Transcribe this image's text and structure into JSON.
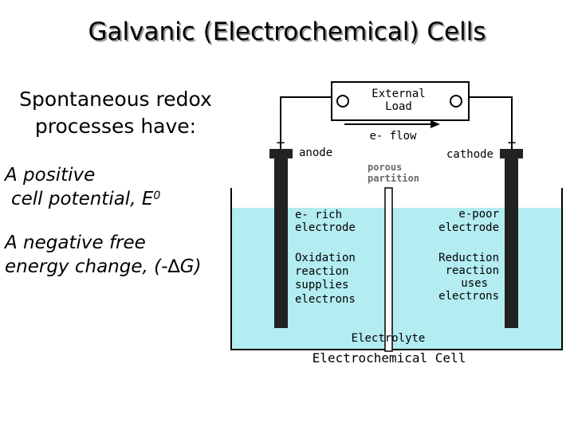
{
  "slide": {
    "title": "Galvanic (Electrochemical) Cells",
    "intro_line1": "Spontaneous redox",
    "intro_line2": "processes have:",
    "point1_line1": "A positive",
    "point1_line2": "cell potential, E",
    "point1_sup": "0",
    "point2_line1": "A negative free",
    "point2_line2": "energy change, (-∆G)"
  },
  "diagram": {
    "external_load_line1": "External",
    "external_load_line2": "Load",
    "e_flow": "e- flow",
    "minus_sign": "−",
    "plus_sign": "+",
    "anode": "anode",
    "cathode": "cathode",
    "porous_line1": "porous",
    "porous_line2": "partition",
    "e_rich_line1": "e- rich",
    "e_rich_line2": "electrode",
    "e_poor_line1": "e-poor",
    "e_poor_line2": "electrode",
    "oxidation_line1": "Oxidation",
    "oxidation_line2": "reaction",
    "oxidation_line3": "supplies",
    "oxidation_line4": "electrons",
    "reduction_line1": "Reduction",
    "reduction_line2": "reaction",
    "reduction_line3": "uses",
    "reduction_line4": "electrons",
    "electrolyte": "Electrolyte",
    "caption": "Electrochemical Cell",
    "electrolyte_color": "#b3ecf1"
  }
}
